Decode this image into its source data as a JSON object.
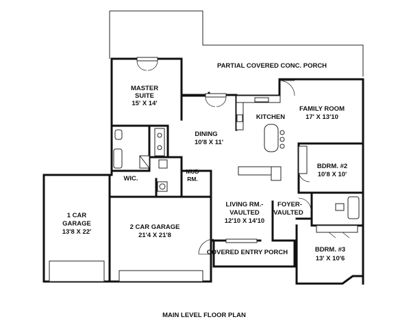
{
  "plan": {
    "caption": "MAIN LEVEL FLOOR PLAN"
  },
  "rooms": {
    "porch": "PARTIAL COVERED CONC. PORCH",
    "master_name": "MASTER",
    "master_name2": "SUITE",
    "master_size": "15' X 14'",
    "family_name": "FAMILY ROOM",
    "family_size": "17' X 13'10",
    "kitchen": "KITCHEN",
    "dining_name": "DINING",
    "dining_size": "10'8 X 11'",
    "wic": "WIC.",
    "mud1": "MUD",
    "mud2": "RM.",
    "bed2_name": "BDRM. #2",
    "bed2_size": "10'8 X 10'",
    "garage1_l1": "1 CAR",
    "garage1_l2": "GARAGE",
    "garage1_size": "13'8 X 22'",
    "garage2_name": "2 CAR GARAGE",
    "garage2_size": "21'4 X 21'8",
    "living_name": "LIVING RM.-",
    "living_name2": "VAULTED",
    "living_size": "12'10 X 14'10",
    "foyer1": "FOYER-",
    "foyer2": "VAULTED",
    "entry_porch": "COVERED ENTRY PORCH",
    "bed3_name": "BDRM. #3",
    "bed3_size": "13' X 10'6"
  }
}
